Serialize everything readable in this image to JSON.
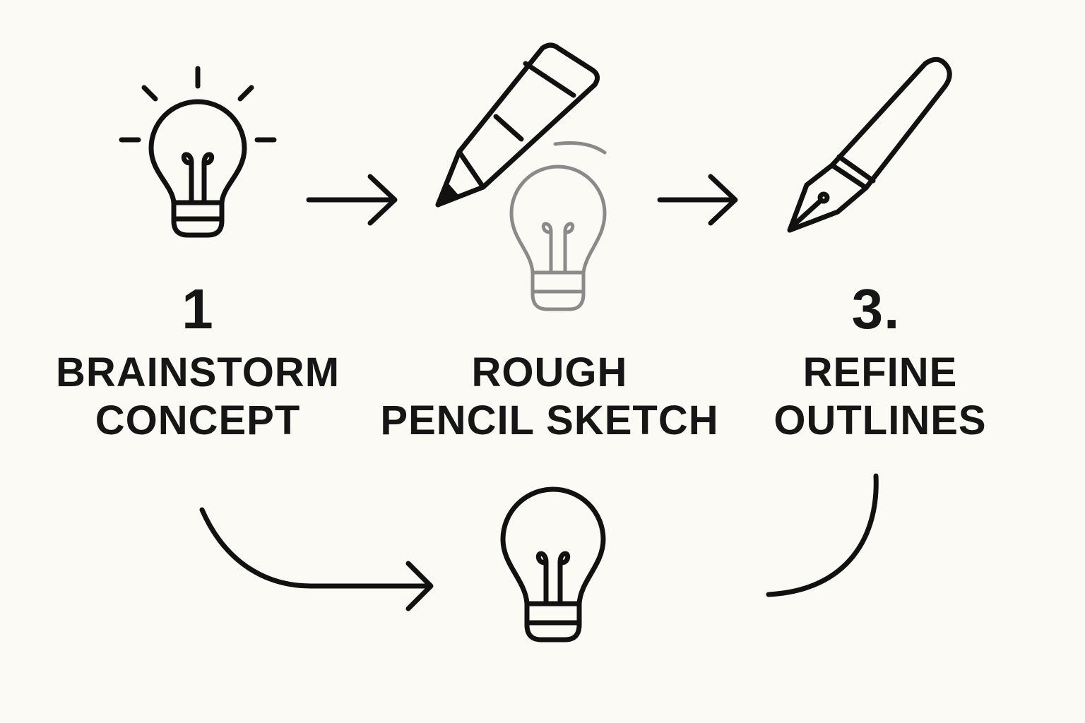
{
  "steps": [
    {
      "number": "1",
      "line1": "BRAINSTORM",
      "line2": "CONCEPT",
      "icon": "lightbulb-icon"
    },
    {
      "number": "",
      "line1": "ROUGH",
      "line2": "PENCIL SKETCH",
      "icon": "pencil-icon"
    },
    {
      "number": "3.",
      "line1": "REFINE",
      "line2": "OUTLINES",
      "icon": "pen-nib-icon"
    }
  ],
  "extra_icons": [
    "sketched-lightbulb-icon",
    "final-lightbulb-icon"
  ],
  "colors": {
    "background": "#fbfaf5",
    "ink": "#111111",
    "faint_ink": "#8a8a8a"
  }
}
